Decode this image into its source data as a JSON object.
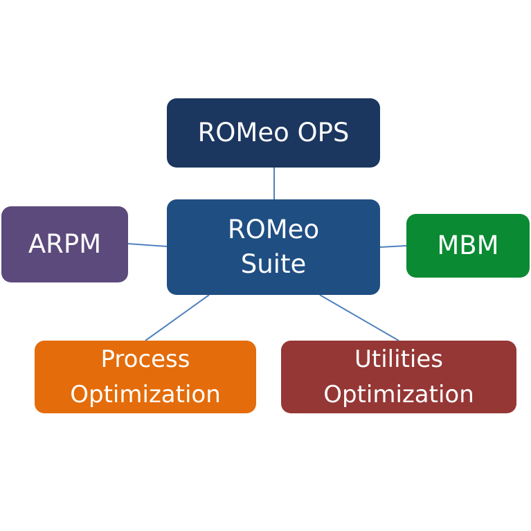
{
  "diagram": {
    "nodes": {
      "ops": {
        "lines": [
          "ROMeo OPS"
        ],
        "color": "#1b365f"
      },
      "suite": {
        "lines": [
          "ROMeo",
          "Suite"
        ],
        "color": "#1f4e82"
      },
      "arpm": {
        "lines": [
          "ARPM"
        ],
        "color": "#5c4a7c"
      },
      "mbm": {
        "lines": [
          "MBM"
        ],
        "color": "#0a8a32"
      },
      "process": {
        "lines": [
          "Process",
          "Optimization"
        ],
        "color": "#e46c0a"
      },
      "utilities": {
        "lines": [
          "Utilities",
          "Optimization"
        ],
        "color": "#953735"
      }
    },
    "edges": [
      {
        "from": "suite",
        "to": "ops"
      },
      {
        "from": "suite",
        "to": "arpm"
      },
      {
        "from": "suite",
        "to": "mbm"
      },
      {
        "from": "suite",
        "to": "process"
      },
      {
        "from": "suite",
        "to": "utilities"
      }
    ],
    "edge_color": "#4f81bd"
  }
}
